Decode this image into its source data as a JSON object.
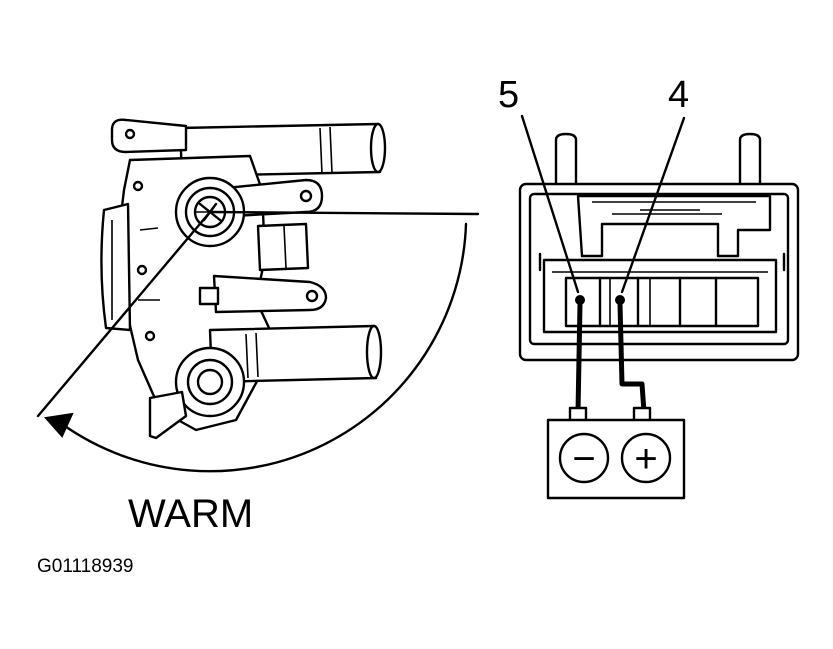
{
  "labels": {
    "mode": "WARM",
    "figure_id": "G01118939",
    "terminal_a": "5",
    "terminal_b": "4"
  },
  "battery": {
    "negative_symbol": "−",
    "positive_symbol": "+"
  }
}
